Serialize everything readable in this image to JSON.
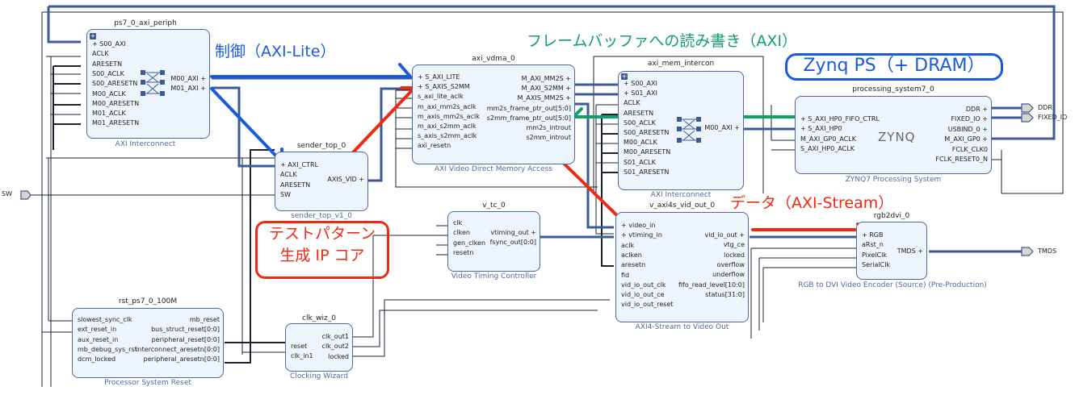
{
  "blocks": {
    "axi_periph": {
      "instance": "ps7_0_axi_periph",
      "type": "AXI Interconnect",
      "left_pins": [
        "S00_AXI",
        "ACLK",
        "ARESETN",
        "S00_ACLK",
        "S00_ARESETN",
        "M00_ACLK",
        "M00_ARESETN",
        "M01_ACLK",
        "M01_ARESETN"
      ],
      "right_pins": [
        "M00_AXI",
        "M01_AXI"
      ]
    },
    "vdma": {
      "instance": "axi_vdma_0",
      "type": "AXI Video Direct Memory Access",
      "left_pins": [
        "S_AXI_LITE",
        "S_AXIS_S2MM",
        "s_axi_lite_aclk",
        "m_axi_mm2s_aclk",
        "m_axis_mm2s_aclk",
        "m_axi_s2mm_aclk",
        "s_axis_s2mm_aclk",
        "axi_resetn"
      ],
      "right_pins": [
        "M_AXI_MM2S",
        "M_AXI_S2MM",
        "M_AXIS_MM2S",
        "mm2s_frame_ptr_out[5:0]",
        "s2mm_frame_ptr_out[5:0]",
        "mm2s_introut",
        "s2mm_introut"
      ]
    },
    "mem_intercon": {
      "instance": "axi_mem_intercon",
      "type": "AXI Interconnect",
      "left_pins": [
        "S00_AXI",
        "S01_AXI",
        "ACLK",
        "ARESETN",
        "S00_ACLK",
        "S00_ARESETN",
        "M00_ACLK",
        "M00_ARESETN",
        "S01_ACLK",
        "S01_ARESETN"
      ],
      "right_pins": [
        "M00_AXI"
      ]
    },
    "ps7": {
      "instance": "processing_system7_0",
      "type": "ZYNQ7 Processing System",
      "logo": "ZYNQ",
      "left_pins": [
        "S_AXI_HP0_FIFO_CTRL",
        "S_AXI_HP0",
        "M_AXI_GP0_ACLK",
        "S_AXI_HP0_ACLK"
      ],
      "right_pins": [
        "DDR",
        "FIXED_IO",
        "USBIND_0",
        "M_AXI_GP0",
        "FCLK_CLK0",
        "FCLK_RESET0_N"
      ]
    },
    "sender": {
      "instance": "sender_top_0",
      "type": "sender_top_v1_0",
      "left_pins": [
        "AXI_CTRL",
        "ACLK",
        "ARESETN",
        "SW"
      ],
      "right_pins": [
        "AXIS_VID"
      ]
    },
    "vtc": {
      "instance": "v_tc_0",
      "type": "Video Timing Controller",
      "left_pins": [
        "clk",
        "clken",
        "gen_clken",
        "resetn"
      ],
      "right_pins": [
        "vtiming_out",
        "fsync_out[0:0]"
      ]
    },
    "vidout": {
      "instance": "v_axi4s_vid_out_0",
      "type": "AXI4-Stream to Video Out",
      "left_pins": [
        "video_in",
        "vtiming_in",
        "aclk",
        "aclken",
        "aresetn",
        "fid",
        "vid_io_out_clk",
        "vid_io_out_ce",
        "vid_io_out_reset"
      ],
      "right_pins": [
        "vid_io_out",
        "vtg_ce",
        "locked",
        "overflow",
        "underflow",
        "fifo_read_level[10:0]",
        "status[31:0]"
      ]
    },
    "rgb2dvi": {
      "instance": "rgb2dvi_0",
      "type": "RGB to DVI Video Encoder (Source) (Pre-Production)",
      "left_pins": [
        "RGB",
        "aRst_n",
        "PixelClk",
        "SerialClk"
      ],
      "right_pins": [
        "TMDS"
      ]
    },
    "rst": {
      "instance": "rst_ps7_0_100M",
      "type": "Processor System Reset",
      "left_pins": [
        "slowest_sync_clk",
        "ext_reset_in",
        "aux_reset_in",
        "mb_debug_sys_rst",
        "dcm_locked"
      ],
      "right_pins": [
        "mb_reset",
        "bus_struct_reset[0:0]",
        "peripheral_reset[0:0]",
        "interconnect_aresetn[0:0]",
        "peripheral_aresetn[0:0]"
      ]
    },
    "clkwiz": {
      "instance": "clk_wiz_0",
      "type": "Clocking Wizard",
      "left_pins": [
        "reset",
        "clk_in1"
      ],
      "right_pins": [
        "clk_out1",
        "clk_out2",
        "locked"
      ]
    }
  },
  "external_ports": {
    "sw": "SW",
    "ddr": "DDR",
    "fixed_io": "FIXED_IO",
    "tmds": "TMDS"
  },
  "annotations": {
    "control": "制御（AXI-Lite）",
    "framebuffer": "フレームバッファへの読み書き（AXI）",
    "zynq_ps": "Zynq PS（+ DRAM）",
    "data_stream": "データ（AXI-Stream）",
    "test_pattern_line1": "テストパターン",
    "test_pattern_line2": "生成 IP コア"
  },
  "colors": {
    "bus": "#3d5a99",
    "wire": "#1a2030",
    "block_fill": "#eef4fc",
    "annotation_blue": "#1a5ae0",
    "annotation_green": "#12a06a",
    "annotation_red": "#f02a10"
  }
}
